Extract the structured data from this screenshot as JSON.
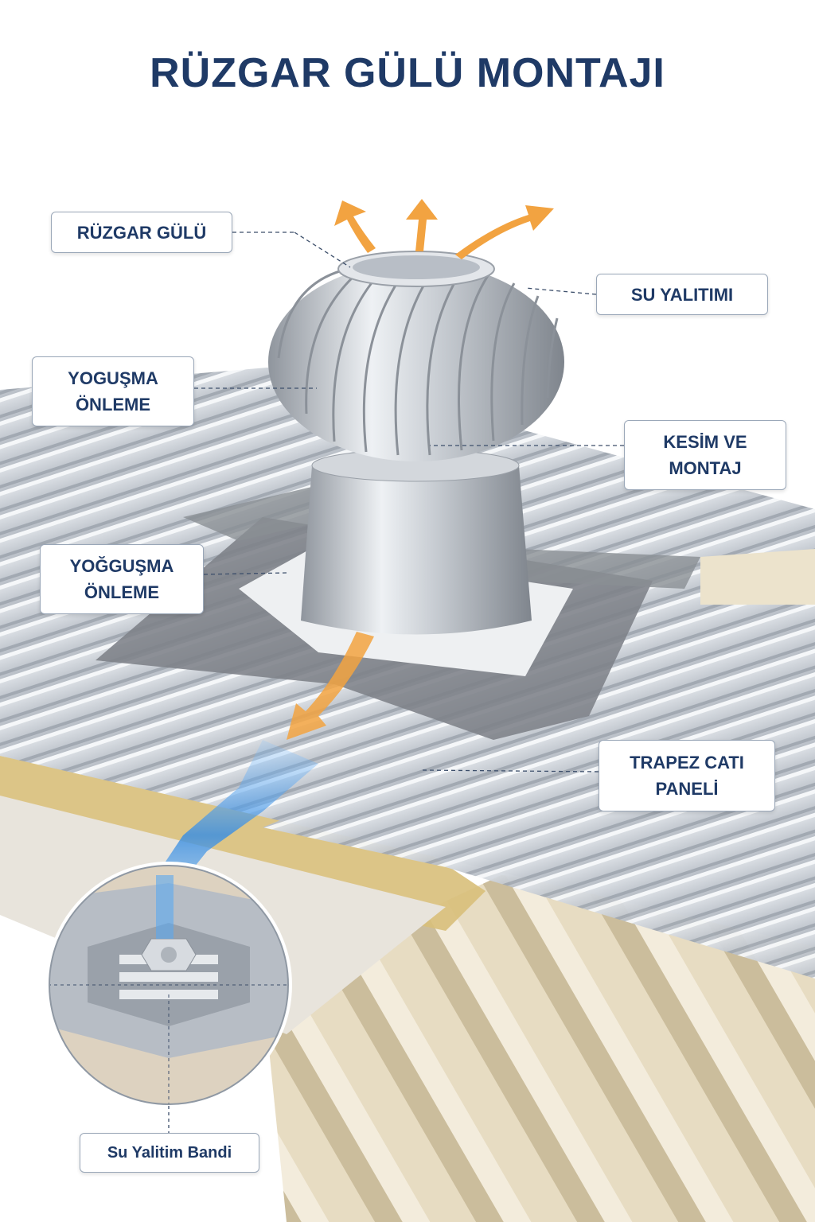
{
  "title": "RÜZGAR GÜLÜ MONTAJI",
  "colors": {
    "title": "#1f3a66",
    "label_text": "#1f3a66",
    "arrow_orange": "#f2a341",
    "airflow_blue": "#4a9ce8",
    "roof_metal": "#c9ced6",
    "roof_beige": "#e6dcc4",
    "tape_gray": "#7d8187",
    "insulation_gold": "#d8bf7a"
  },
  "callouts": {
    "ruzgar_gulu": "RÜZGAR GÜLÜ",
    "su_yalitimi": "SU YALITIMI",
    "yogusma_1": "YOGUŞMA\nÖNLEME",
    "kesim_montaj": "KESİM VE\nMONTAJ",
    "yogusma_2": "YOĞGUŞMA\nÖNLEME",
    "trapez": "TRAPEZ CATI\nPANELİ",
    "detail_band": "Su Yalitim Bandi"
  }
}
